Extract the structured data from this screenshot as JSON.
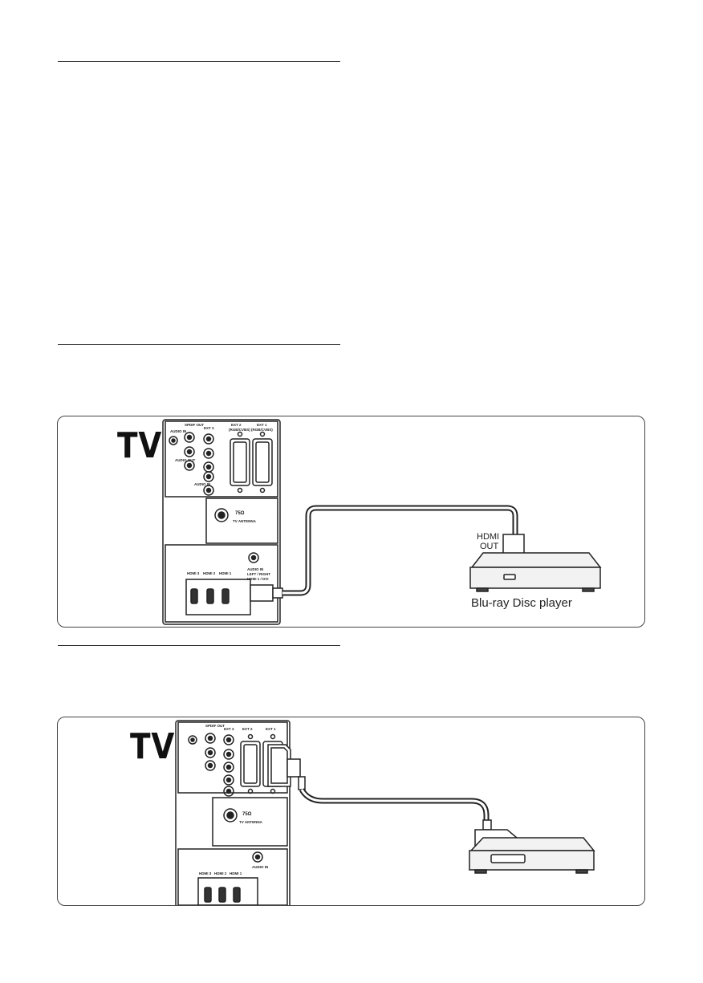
{
  "diagram1": {
    "tv_label": "TV",
    "port_labels": {
      "ext3": "EXT 3",
      "spdif": "SPDIF OUT",
      "ext2": "EXT 2",
      "ext2_sub": "(RGB/CVBS)",
      "ext1": "EXT 1",
      "ext1_sub": "(RGB/CVBS)",
      "audio_out": "AUDIO OUT",
      "audio_in": "AUDIO IN",
      "antenna_ohm": "75Ω",
      "antenna": "TV ANTENNA",
      "audio_in_hdmi": "AUDIO IN",
      "audio_in_hdmi_sub1": "LEFT / RIGHT",
      "audio_in_hdmi_sub2": "HDMI 1 / DVI",
      "hdmi3": "HDMI 3",
      "hdmi2": "HDMI 2",
      "hdmi1": "HDMI 1"
    },
    "device_port_label_1": "HDMI",
    "device_port_label_2": "OUT",
    "device_name": "Blu-ray Disc player"
  },
  "diagram2": {
    "tv_label": "TV",
    "port_labels": {
      "ext3": "EXT 3",
      "spdif": "SPDIF OUT",
      "ext2": "EXT 2",
      "ext1": "EXT 1",
      "antenna_ohm": "75Ω",
      "antenna": "TV ANTENNA",
      "audio_in_hdmi": "AUDIO IN",
      "hdmi3": "HDMI 3",
      "hdmi2": "HDMI 2",
      "hdmi1": "HDMI 1"
    }
  },
  "colors": {
    "line": "#222222",
    "panel_border": "#444444",
    "device_fill": "#f2f2f2",
    "cable_fill": "#ffffff"
  }
}
